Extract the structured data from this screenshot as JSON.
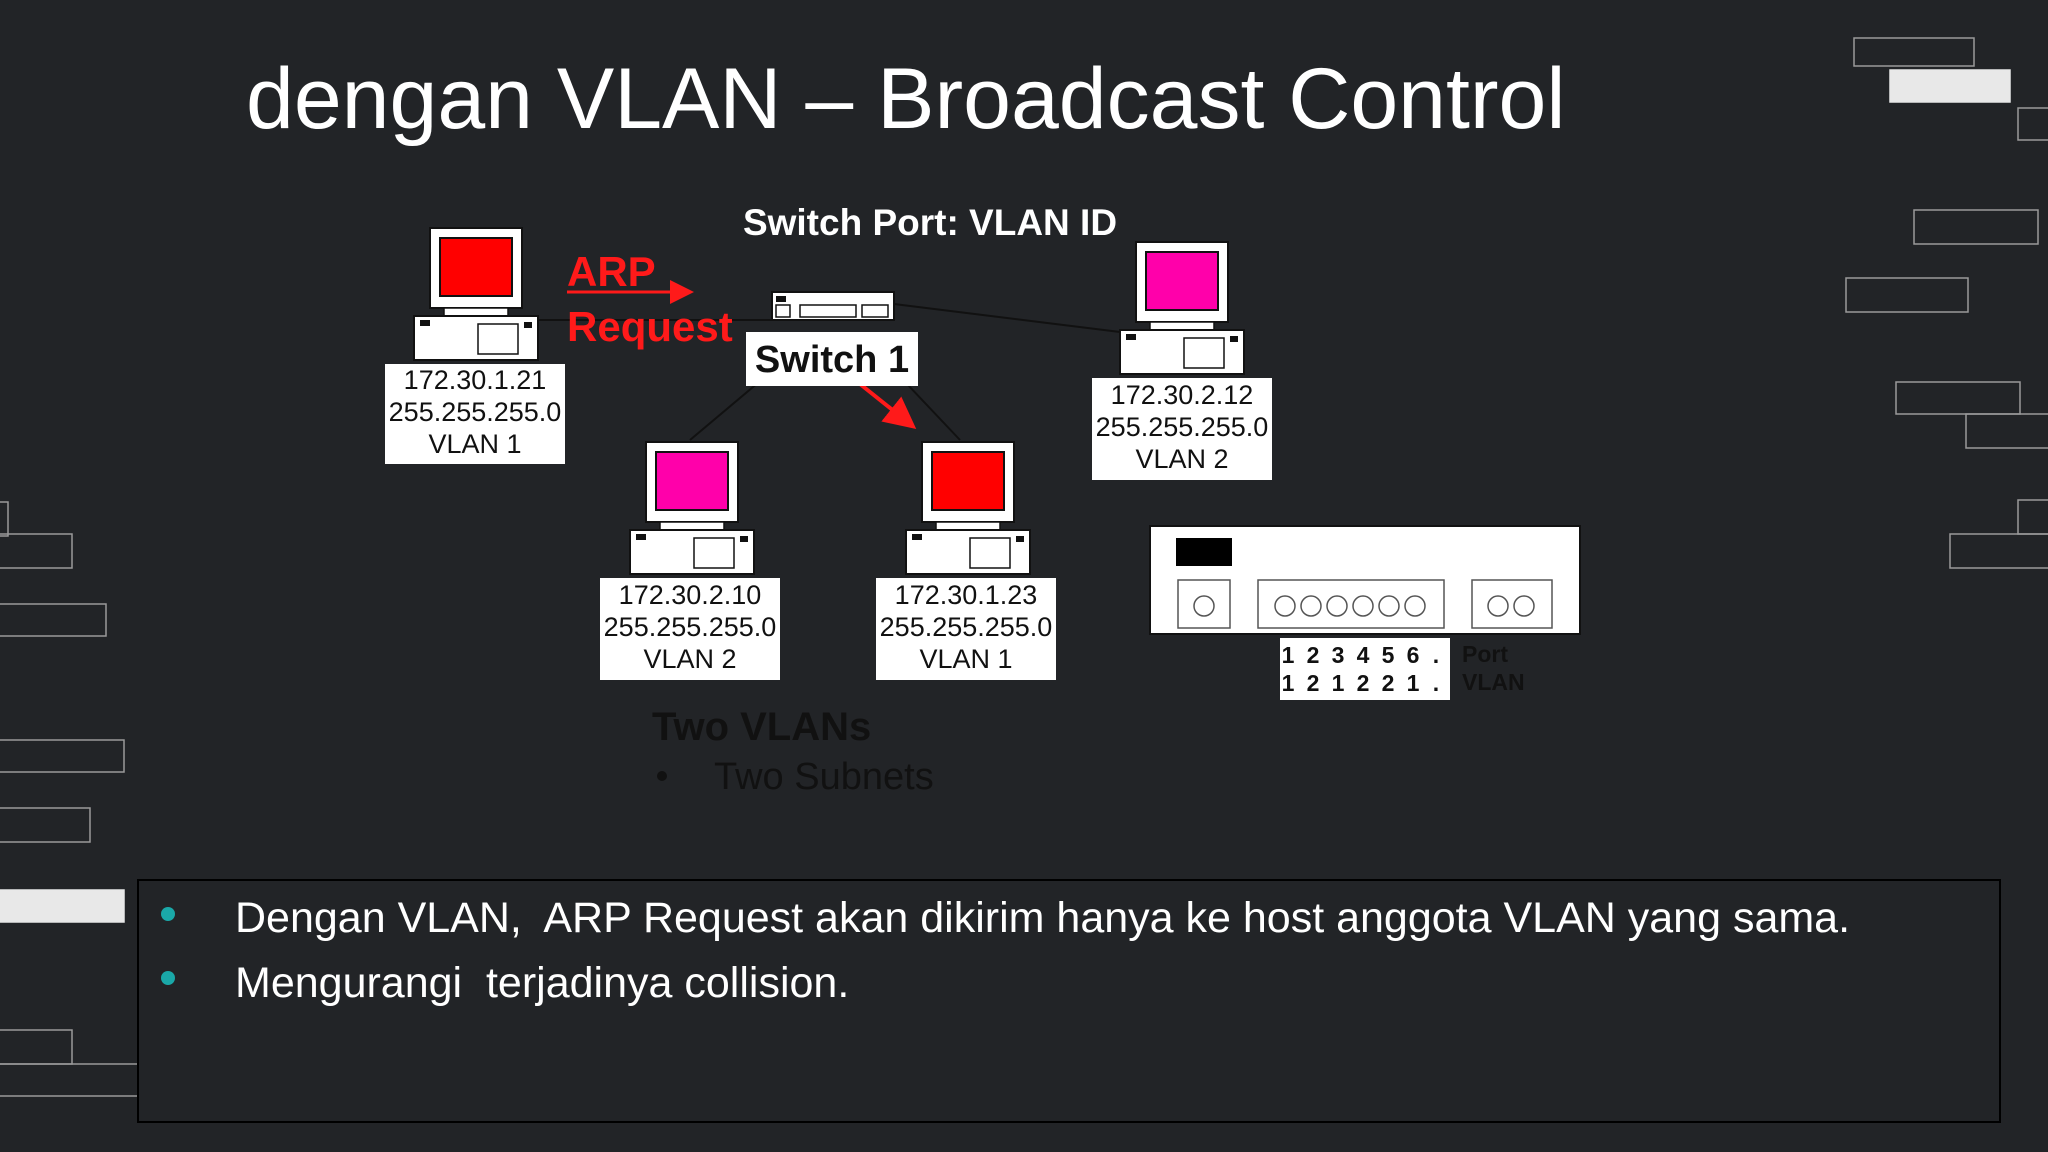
{
  "slide": {
    "title": "dengan VLAN – Broadcast Control"
  },
  "diagram": {
    "header": "Switch Port: VLAN ID",
    "arp_label_line1": "ARP",
    "arp_label_line2": "Request",
    "switch_label": "Switch 1",
    "hosts": [
      {
        "ip": "172.30.1.21",
        "mask": "255.255.255.0",
        "vlan": "VLAN 1",
        "screen_color": "#ff0000"
      },
      {
        "ip": "172.30.2.12",
        "mask": "255.255.255.0",
        "vlan": "VLAN 2",
        "screen_color": "#ff00aa"
      },
      {
        "ip": "172.30.2.10",
        "mask": "255.255.255.0",
        "vlan": "VLAN 2",
        "screen_color": "#ff00aa"
      },
      {
        "ip": "172.30.1.23",
        "mask": "255.255.255.0",
        "vlan": "VLAN 1",
        "screen_color": "#ff0000"
      }
    ],
    "port_table": {
      "port_numbers": [
        "1",
        "2",
        "3",
        "4",
        "5",
        "6",
        "."
      ],
      "port_vlans": [
        "1",
        "2",
        "1",
        "2",
        "2",
        "1",
        "."
      ],
      "port_caption": "Port",
      "vlan_caption": "VLAN"
    },
    "summary_title": "Two VLANs",
    "summary_bullet": "Two Subnets"
  },
  "notes": [
    "Dengan VLAN,  ARP Request akan dikirim hanya ke host anggota VLAN yang sama.",
    "Mengurangi  terjadinya collision."
  ],
  "colors": {
    "background": "#222427",
    "accent_red": "#ff1a1a",
    "bullet_teal": "#1aa8a8"
  }
}
